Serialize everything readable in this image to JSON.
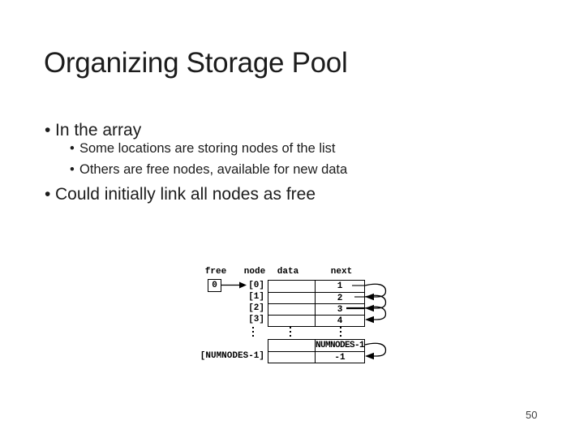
{
  "slide": {
    "title": "Organizing Storage Pool",
    "bullet_glyph": "•",
    "bullet_1": "In the array",
    "sub_bullet_1": "Some locations are storing nodes of the list",
    "sub_bullet_2": "Others are free nodes, available for new data",
    "bullet_2": "Could initially link all nodes as free",
    "page_number": "50"
  },
  "diagram": {
    "column_headers": {
      "free": "free",
      "node": "node",
      "data": "data",
      "next": "next"
    },
    "free_pointer_value": "0",
    "rows": [
      {
        "index_label": "[0]",
        "data": "",
        "next": "1"
      },
      {
        "index_label": "[1]",
        "data": "",
        "next": "2"
      },
      {
        "index_label": "[2]",
        "data": "",
        "next": "3"
      },
      {
        "index_label": "[3]",
        "data": "",
        "next": "4"
      }
    ],
    "tail_rows": [
      {
        "index_label": "",
        "data": "",
        "next": "NUMNODES-1"
      },
      {
        "index_label": "[NUMNODES-1]",
        "data": "",
        "next": "-1"
      }
    ],
    "colors": {
      "ink": "#000000",
      "page_number_gray": "#404040"
    }
  }
}
